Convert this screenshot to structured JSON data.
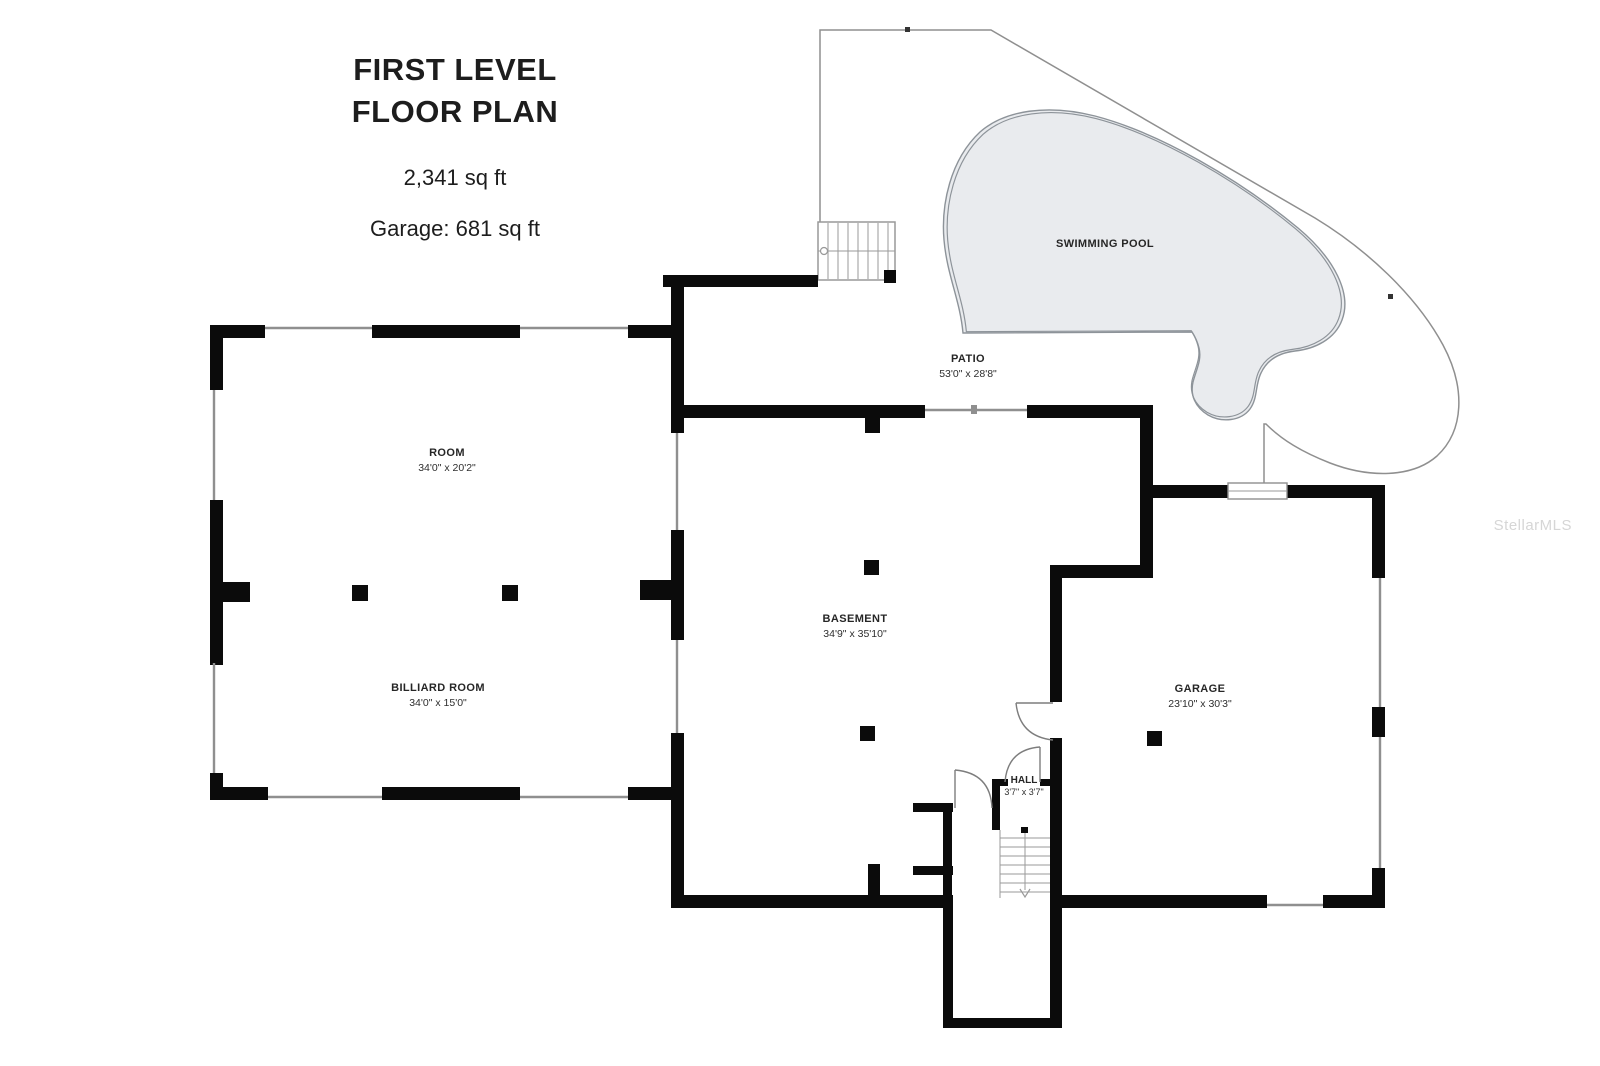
{
  "title": {
    "line1": "FIRST LEVEL",
    "line2": "FLOOR PLAN",
    "total_area": "2,341 sq ft",
    "garage_area": "Garage: 681 sq ft"
  },
  "rooms": {
    "room": {
      "name": "ROOM",
      "dims": "34'0\" x 20'2\""
    },
    "billiard": {
      "name": "BILLIARD ROOM",
      "dims": "34'0\" x 15'0\""
    },
    "basement": {
      "name": "BASEMENT",
      "dims": "34'9\" x 35'10\""
    },
    "garage": {
      "name": "GARAGE",
      "dims": "23'10\" x 30'3\""
    },
    "hall": {
      "name": "HALL",
      "dims": "3'7\" x 3'7\""
    },
    "patio": {
      "name": "PATIO",
      "dims": "53'0\" x 28'8\""
    },
    "pool": {
      "name": "SWIMMING POOL"
    }
  },
  "watermark": "StellarMLS",
  "colors": {
    "wall": "#0b0b0b",
    "thin_line": "#8f8f8f",
    "pool_fill": "#e9ebee",
    "label_text": "#262626",
    "watermark": "#d6d6d6",
    "background": "#ffffff"
  }
}
